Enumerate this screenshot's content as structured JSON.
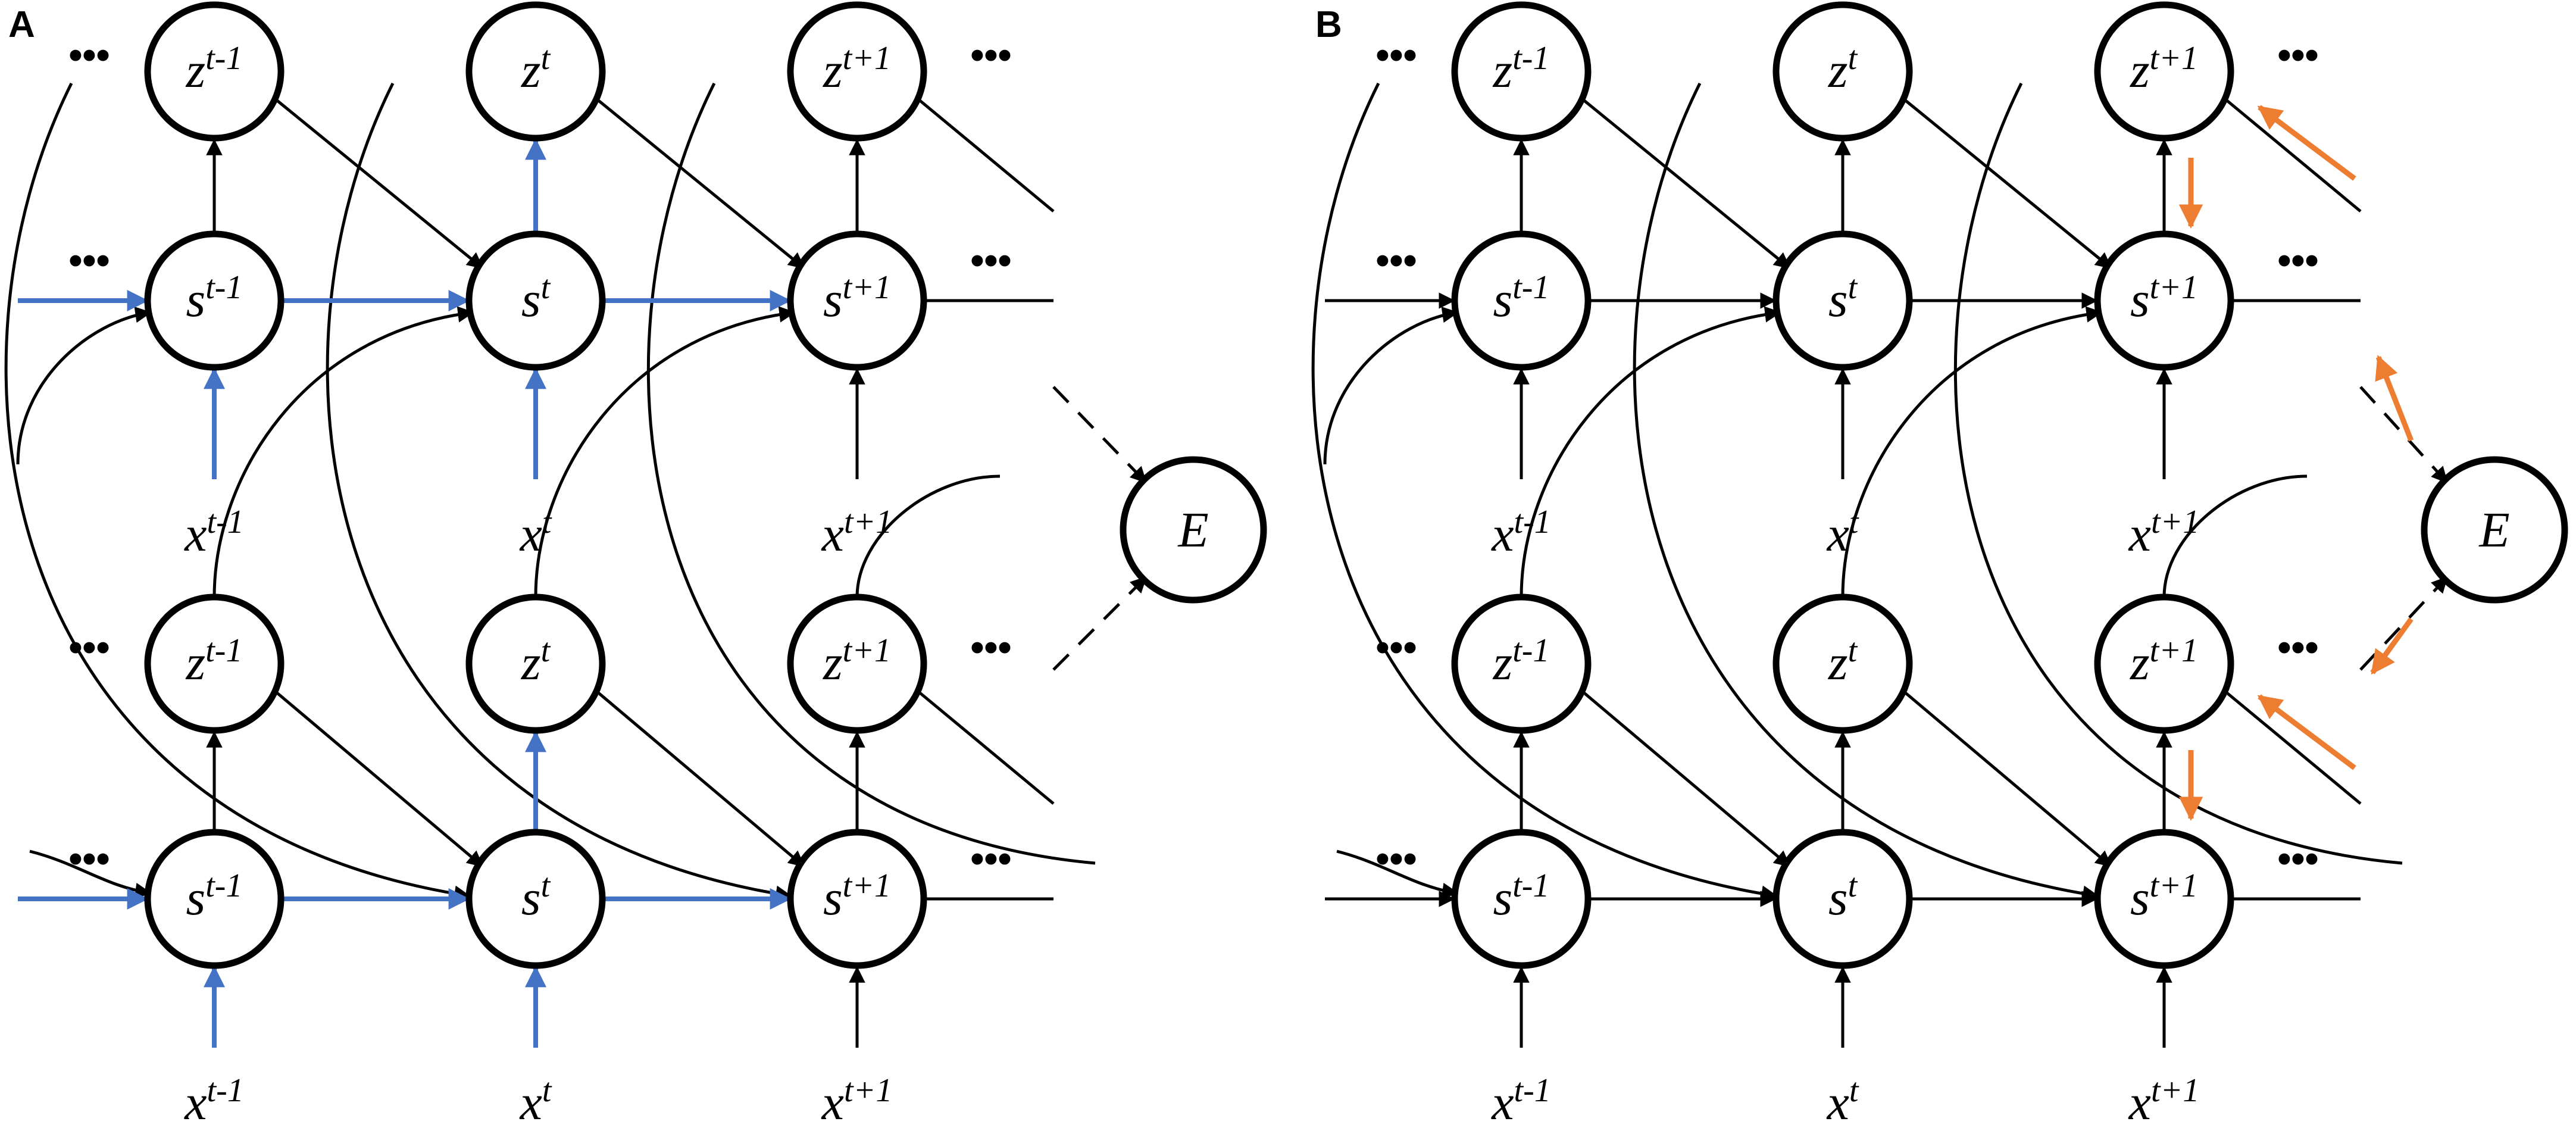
{
  "panels": [
    {
      "letter": "A",
      "layers": [
        {
          "z": [
            {
              "base": "z",
              "sup": "t-1"
            },
            {
              "base": "z",
              "sup": "t"
            },
            {
              "base": "z",
              "sup": "t+1"
            }
          ],
          "s": [
            {
              "base": "s",
              "sup": "t-1"
            },
            {
              "base": "s",
              "sup": "t"
            },
            {
              "base": "s",
              "sup": "t+1"
            }
          ],
          "x": [
            {
              "base": "x",
              "sup": "t-1"
            },
            {
              "base": "x",
              "sup": "t"
            },
            {
              "base": "x",
              "sup": "t+1"
            }
          ]
        },
        {
          "z": [
            {
              "base": "z",
              "sup": "t-1"
            },
            {
              "base": "z",
              "sup": "t"
            },
            {
              "base": "z",
              "sup": "t+1"
            }
          ],
          "s": [
            {
              "base": "s",
              "sup": "t-1"
            },
            {
              "base": "s",
              "sup": "t"
            },
            {
              "base": "s",
              "sup": "t+1"
            }
          ],
          "x": [
            {
              "base": "x",
              "sup": "t-1"
            },
            {
              "base": "x",
              "sup": "t"
            },
            {
              "base": "x",
              "sup": "t+1"
            }
          ]
        }
      ],
      "error_label": "E",
      "highlight": "forward"
    },
    {
      "letter": "B",
      "layers": [
        {
          "z": [
            {
              "base": "z",
              "sup": "t-1"
            },
            {
              "base": "z",
              "sup": "t"
            },
            {
              "base": "z",
              "sup": "t+1"
            }
          ],
          "s": [
            {
              "base": "s",
              "sup": "t-1"
            },
            {
              "base": "s",
              "sup": "t"
            },
            {
              "base": "s",
              "sup": "t+1"
            }
          ],
          "x": [
            {
              "base": "x",
              "sup": "t-1"
            },
            {
              "base": "x",
              "sup": "t"
            },
            {
              "base": "x",
              "sup": "t+1"
            }
          ]
        },
        {
          "z": [
            {
              "base": "z",
              "sup": "t-1"
            },
            {
              "base": "z",
              "sup": "t"
            },
            {
              "base": "z",
              "sup": "t+1"
            }
          ],
          "s": [
            {
              "base": "s",
              "sup": "t-1"
            },
            {
              "base": "s",
              "sup": "t"
            },
            {
              "base": "s",
              "sup": "t+1"
            }
          ],
          "x": [
            {
              "base": "x",
              "sup": "t-1"
            },
            {
              "base": "x",
              "sup": "t"
            },
            {
              "base": "x",
              "sup": "t+1"
            }
          ]
        }
      ],
      "error_label": "E",
      "highlight": "backward"
    }
  ],
  "ellipsis": "•••",
  "colors": {
    "ink": "#000000",
    "forward_highlight": "#4472C4",
    "backward_highlight": "#ED7D31",
    "background": "#ffffff"
  }
}
